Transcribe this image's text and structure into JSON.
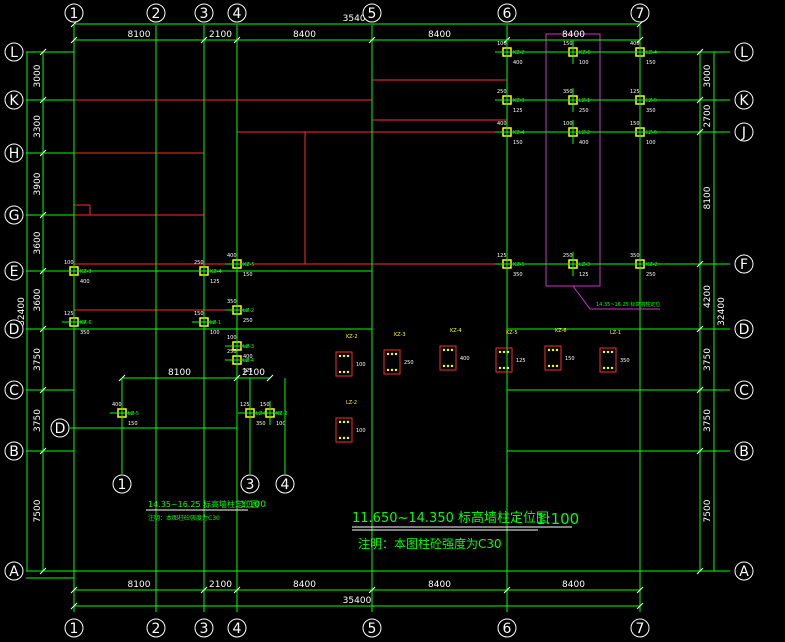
{
  "colors": {
    "background": "#000000",
    "axis_line": "#00ff00",
    "dimension": "#ffffff",
    "bubble": "#ffffff",
    "wall": "#ff2a2a",
    "column": "#ffff00",
    "column_label": "#00ff00",
    "highlight": "#cc33cc",
    "title": "#00ff00",
    "note": "#00ff00"
  },
  "grid": {
    "vertical_labels": [
      "1",
      "2",
      "3",
      "4",
      "5",
      "6",
      "7"
    ],
    "horizontal_labels": [
      "L",
      "K",
      "J",
      "H",
      "G",
      "E",
      "F",
      "D",
      "C",
      "B",
      "A"
    ],
    "bottom_labels": [
      "1",
      "2",
      "3",
      "4",
      "5",
      "6",
      "7"
    ],
    "local_labels": [
      "1",
      "3",
      "4",
      "D"
    ]
  },
  "dimensions": {
    "top_total": "35400",
    "bottom_total": "35400",
    "top_segments": [
      "8100",
      "2100",
      "8400",
      "8400",
      "8400"
    ],
    "bottom_segments": [
      "8100",
      "2100",
      "8400",
      "8400",
      "8400"
    ],
    "left_total": "32400",
    "left_segments": [
      "3000",
      "3300",
      "3900",
      "3600",
      "3600",
      "3750",
      "3750",
      "7500"
    ],
    "right_total": "32400",
    "right_segments": [
      "3000",
      "2700",
      "8100",
      "4200",
      "3750",
      "3750",
      "7500"
    ],
    "local_segments": [
      "8100",
      "2100"
    ]
  },
  "column_tags": [
    "KZ-2",
    "KZ-3",
    "KZ-4",
    "KZ-5",
    "KZ-6",
    "LZ-1",
    "LZ-2",
    "LZ-3",
    "LZ-4",
    "LZ-5",
    "LZ-6"
  ],
  "column_offsets": [
    "100",
    "250",
    "400",
    "125",
    "150",
    "350"
  ],
  "drawing": {
    "title": "11.650~14.350 标高墙柱定位图",
    "scale": "1:100",
    "note": "注明：本图柱砼强度为C30",
    "small_title": "14.35~16.25 标高墙柱定位图",
    "small_scale": "1:100",
    "small_note": "注明：本图柱砼强度为C30",
    "callout": "14.35~16.25 标高墙柱定位"
  }
}
